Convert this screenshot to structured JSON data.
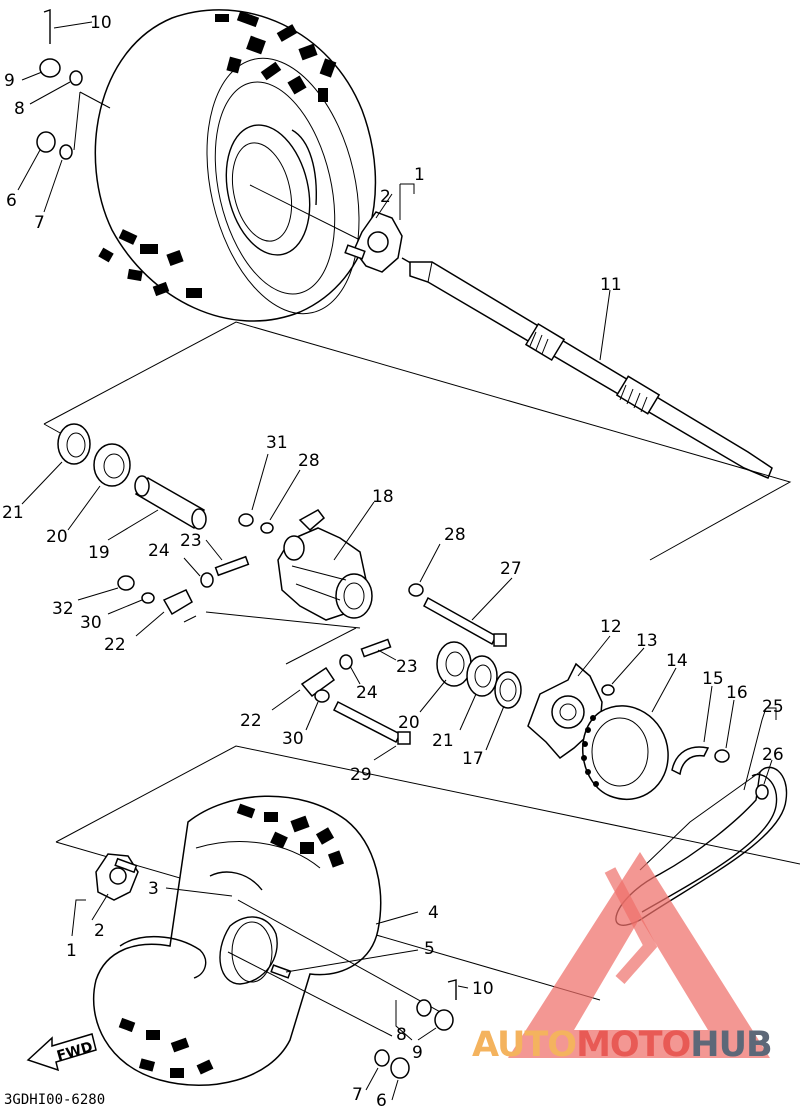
{
  "diagram": {
    "code": "3GDHI00-6280",
    "fwd_label": "FWD",
    "callouts": [
      "10",
      "9",
      "8",
      "6",
      "7",
      "2",
      "1",
      "11",
      "21",
      "20",
      "19",
      "31",
      "28",
      "18",
      "23",
      "24",
      "32",
      "30",
      "22",
      "28",
      "27",
      "23",
      "24",
      "22",
      "30",
      "20",
      "21",
      "17",
      "29",
      "12",
      "13",
      "14",
      "15",
      "16",
      "25",
      "26",
      "3",
      "4",
      "2",
      "1",
      "5",
      "10",
      "8",
      "9",
      "7",
      "6"
    ]
  },
  "watermark": {
    "part1": "AUTO",
    "part2": "MOTO",
    "part3": "HUB",
    "colors": {
      "auto": "#f4b35e",
      "moto": "#e85a55",
      "hub": "#5d6878",
      "triangle": "#ee6f6a"
    }
  }
}
